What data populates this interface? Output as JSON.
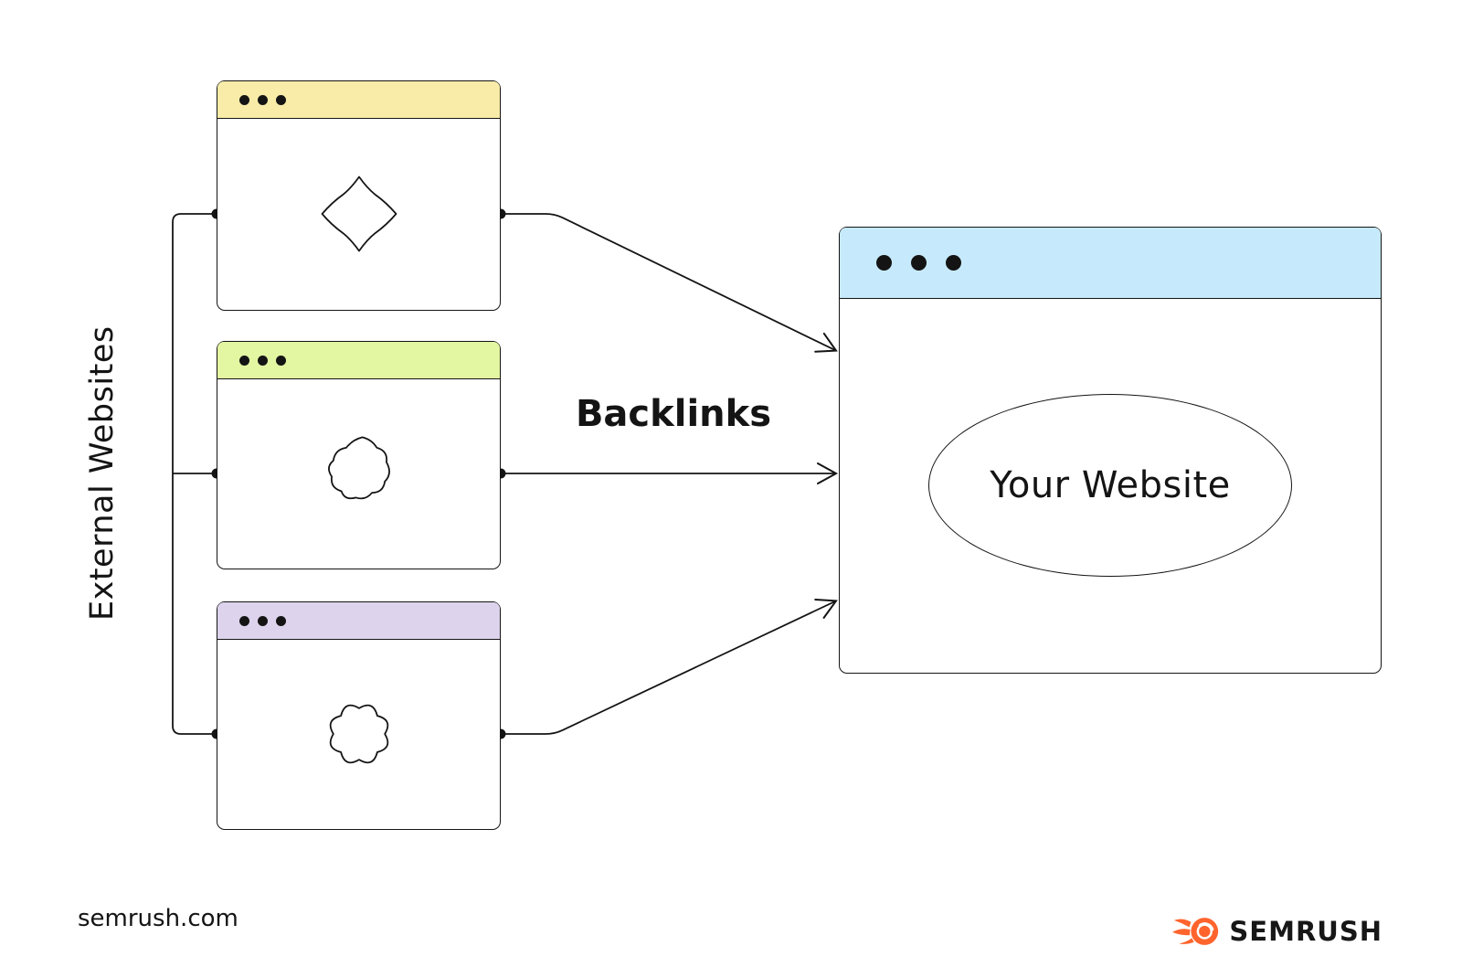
{
  "diagram": {
    "left_group_label": "External Websites",
    "arrow_label": "Backlinks"
  },
  "external_windows": [
    {
      "header_color": "#F8ECA8",
      "shape_icon": "diamond-blob-icon",
      "titlebar_dot_count": 3
    },
    {
      "header_color": "#E3F6A2",
      "shape_icon": "splat-blob-icon",
      "titlebar_dot_count": 3
    },
    {
      "header_color": "#DDD3EC",
      "shape_icon": "flower-blob-icon",
      "titlebar_dot_count": 3
    }
  ],
  "target_window": {
    "header_color": "#C6EAFB",
    "label": "Your Website",
    "titlebar_dot_count": 3
  },
  "footer": {
    "site": "semrush.com",
    "brand_wordmark": "SEMRUSH"
  },
  "colors": {
    "line": "#141414",
    "text": "#141414",
    "background": "#FFFFFF",
    "brand_orange": "#FF642D"
  }
}
